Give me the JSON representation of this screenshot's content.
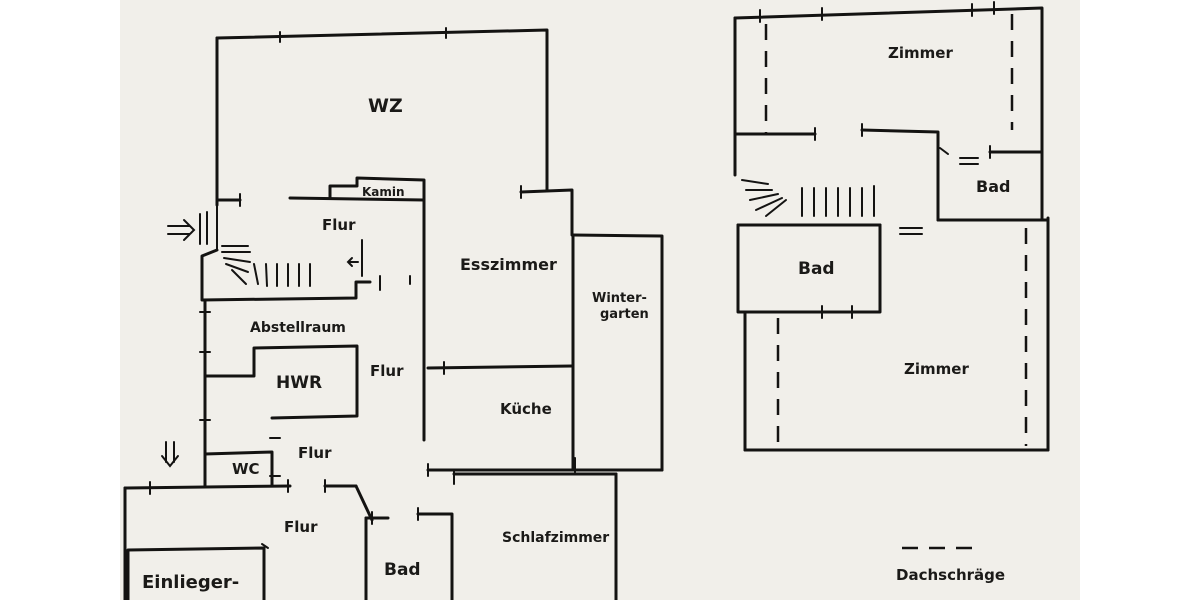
{
  "colors": {
    "paper": "#f1efea",
    "ink": "#141312",
    "margin": "#ffffff"
  },
  "ground_floor": {
    "rooms": {
      "wz": "WZ",
      "kamin": "Kamin",
      "flur_top": "Flur",
      "esszimmer": "Esszimmer",
      "wintergarten_1": "Winter-",
      "wintergarten_2": "garten",
      "abstellraum": "Abstellraum",
      "hwr": "HWR",
      "flur_mid": "Flur",
      "kueche": "Küche",
      "wc": "WC",
      "flur_lower": "Flur",
      "flur_bottom": "Flur",
      "bad": "Bad",
      "schlafzimmer": "Schlafzimmer",
      "einlieger": "Einlieger-"
    },
    "entrance_icon": "entrance-arrow-icon",
    "second_entrance_icon": "down-arrow-icon"
  },
  "upper_floor": {
    "rooms": {
      "zimmer_top": "Zimmer",
      "bad_right": "Bad",
      "bad_left": "Bad",
      "zimmer_bottom": "Zimmer"
    }
  },
  "legend": {
    "label": "Dachschräge"
  }
}
